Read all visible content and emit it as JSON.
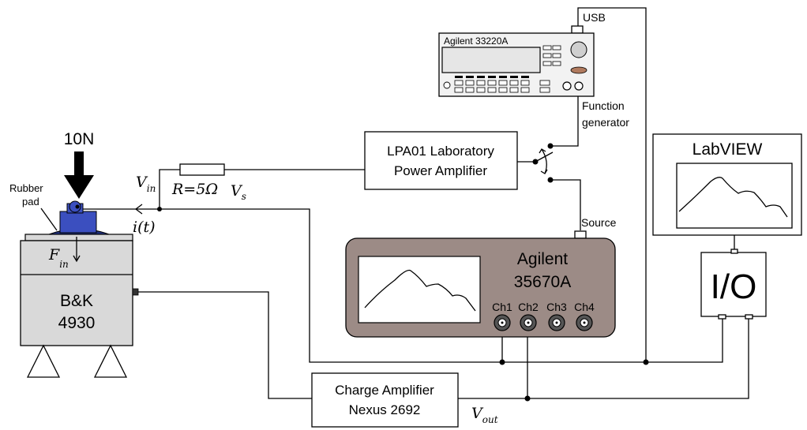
{
  "function_generator": {
    "model": "Agilent 33220A",
    "usb_label": "USB",
    "caption_line1": "Function",
    "caption_line2": "generator"
  },
  "power_amplifier": {
    "line1": "LPA01 Laboratory",
    "line2": "Power Amplifier"
  },
  "analyzer": {
    "brand": "Agilent",
    "model": "35670A",
    "source_label": "Source",
    "channels": [
      "Ch1",
      "Ch2",
      "Ch3",
      "Ch4"
    ]
  },
  "labview": {
    "title": "LabVIEW"
  },
  "io_box": {
    "label": "I/O"
  },
  "shaker": {
    "brand": "B&K",
    "model": "4930",
    "force_label": "10N",
    "pad_label_line1": "Rubber",
    "pad_label_line2": "pad",
    "fin_main": "F",
    "fin_sub": "in"
  },
  "resistor": {
    "label": "R=5Ω"
  },
  "signals": {
    "vin_main": "V",
    "vin_sub": "in",
    "vs_main": "V",
    "vs_sub": "s",
    "current": "i(t)",
    "vout_main": "V",
    "vout_sub": "out"
  },
  "charge_amplifier": {
    "line1": "Charge Amplifier",
    "line2": "Nexus 2692"
  }
}
